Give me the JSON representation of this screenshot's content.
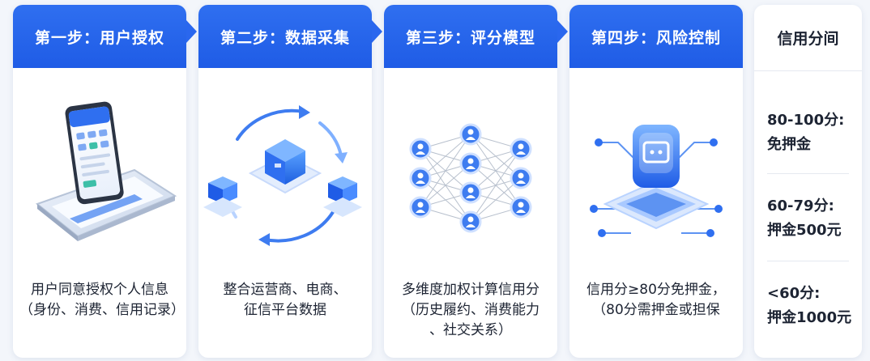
{
  "steps": [
    {
      "title": "第一步：用户授权",
      "caption": [
        "用户同意授权个人信息",
        "（身份、消费、信用记录）"
      ],
      "icon": "phone-authorization-icon"
    },
    {
      "title": "第二步：数据采集",
      "caption": [
        "整合运营商、电商、",
        "征信平台数据"
      ],
      "icon": "data-collection-icon"
    },
    {
      "title": "第三步：评分模型",
      "caption": [
        "多维度加权计算信用分",
        "（历史履约、消费能力",
        "、社交关系）"
      ],
      "icon": "neural-network-icon"
    },
    {
      "title": "第四步：风险控制",
      "caption": [
        "信用分≥80分免押金，",
        "（80分需押金或担保"
      ],
      "icon": "risk-control-icon"
    }
  ],
  "score_ranges": {
    "title": "信用分间",
    "ranges": [
      {
        "label": "80-100分:",
        "desc": "免押金"
      },
      {
        "label": "60-79分:",
        "desc": "押金500元"
      },
      {
        "label": "<60分:",
        "desc": "押金1000元"
      }
    ]
  },
  "colors": {
    "primary": "#2a67ee",
    "accent": "#4a8cff",
    "text": "#1d2433",
    "background": "#f3f6fb"
  }
}
